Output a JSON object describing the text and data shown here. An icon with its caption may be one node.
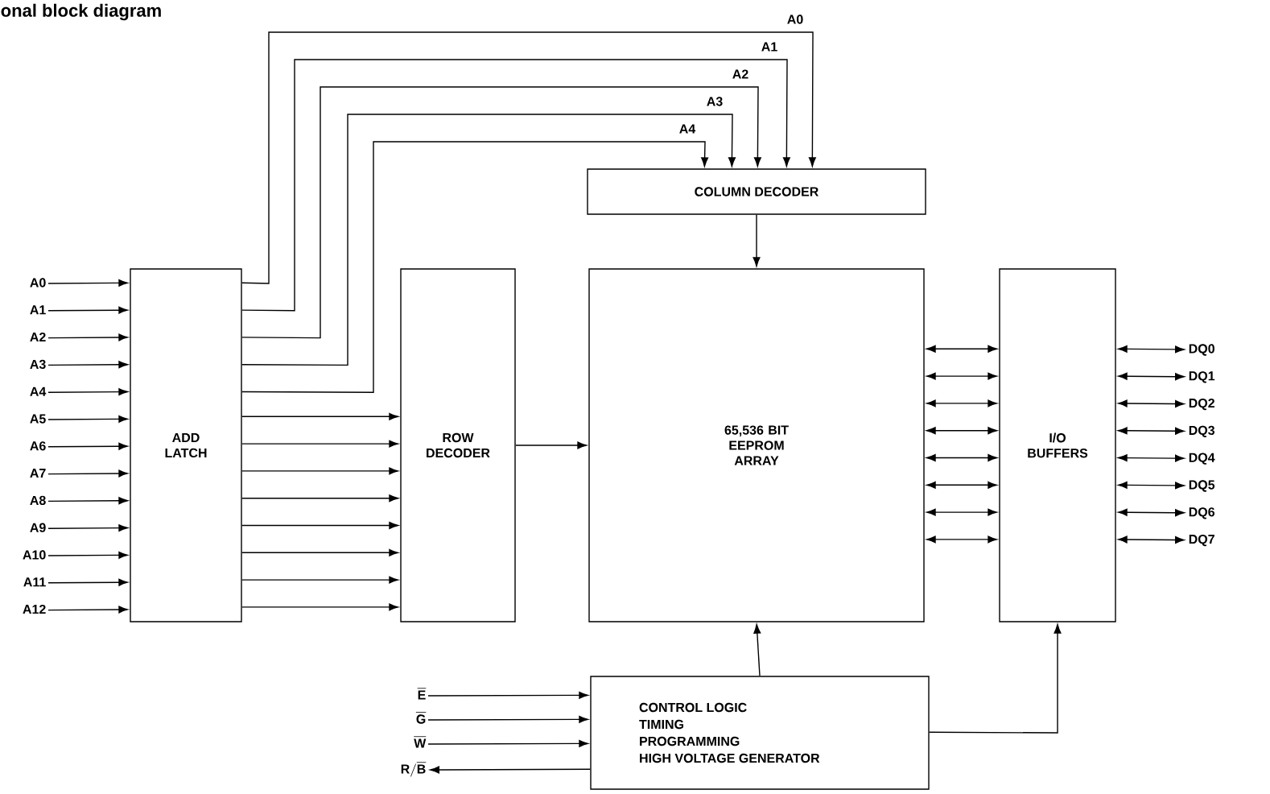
{
  "diagram": {
    "title": "onal block diagram",
    "nodes": [
      {
        "text": [
          "COLUMN DECODER"
        ]
      },
      {
        "text": [
          "A0"
        ]
      },
      {
        "text": [
          "A1"
        ]
      },
      {
        "text": [
          "A2"
        ]
      },
      {
        "text": [
          "A3"
        ]
      },
      {
        "text": [
          "A4"
        ]
      },
      {
        "text": [
          "A5"
        ]
      },
      {
        "text": [
          "A6"
        ]
      },
      {
        "text": [
          "A7"
        ]
      },
      {
        "text": [
          "A8"
        ]
      },
      {
        "text": [
          "A9"
        ]
      },
      {
        "text": [
          "A10"
        ]
      },
      {
        "text": [
          "A11"
        ]
      },
      {
        "text": [
          "A12"
        ]
      },
      {
        "text": [
          "ADD LATCH"
        ]
      },
      {
        "text": [
          "ROW DECODER"
        ]
      },
      {
        "text": [
          "65,536 BIT EEPROM ARRAY"
        ]
      },
      {
        "text": [
          "I/O BUFFERS"
        ]
      },
      {
        "text": [
          "DQ0"
        ]
      },
      {
        "text": [
          "DQ1"
        ]
      },
      {
        "text": [
          "DQ2"
        ]
      },
      {
        "text": [
          "DQ3"
        ]
      },
      {
        "text": [
          "DQ4"
        ]
      },
      {
        "text": [
          "DQ5"
        ]
      },
      {
        "text": [
          "DQ6"
        ]
      },
      {
        "text": [
          "DQ7"
        ]
      },
      {
        "text": [
          "\\overline{\\mathbf{E}}"
        ]
      },
      {
        "text": [
          "\\overline{\\mathbf{G}}"
        ]
      },
      {
        "text": [
          "\\overline{\\mathbf{W}}"
        ]
      },
      {
        "text": [
          "\\mathbf{R}/\\overline{\\mathbf{B}}"
        ]
      },
      {
        "text": [
          "CONTROL LOGIC",
          "TIMING",
          "PROGRAMMING",
          "HIGH VOLTAGE GENERATOR"
        ]
      }
    ],
    "edges": [
      {
        "from": 1,
        "to": 14,
        "arrow": "to"
      },
      {
        "from": 2,
        "to": 14,
        "arrow": "to"
      },
      {
        "from": 3,
        "to": 14,
        "arrow": "to"
      },
      {
        "from": 4,
        "to": 14,
        "arrow": "to"
      },
      {
        "from": 5,
        "to": 14,
        "arrow": "to"
      },
      {
        "from": 6,
        "to": 14,
        "arrow": "to"
      },
      {
        "from": 7,
        "to": 14,
        "arrow": "to"
      },
      {
        "from": 8,
        "to": 14,
        "arrow": "to"
      },
      {
        "from": 9,
        "to": 14,
        "arrow": "to"
      },
      {
        "from": 10,
        "to": 14,
        "arrow": "to"
      },
      {
        "from": 11,
        "to": 14,
        "arrow": "to"
      },
      {
        "from": 12,
        "to": 14,
        "arrow": "to"
      },
      {
        "from": 13,
        "to": 14,
        "arrow": "to"
      },
      {
        "from": 14,
        "to": 0,
        "arrow": "to",
        "label": "A0"
      },
      {
        "from": 14,
        "to": 0,
        "arrow": "to",
        "label": "A1"
      },
      {
        "from": 14,
        "to": 0,
        "arrow": "to",
        "label": "A2"
      },
      {
        "from": 14,
        "to": 0,
        "arrow": "to",
        "label": "A3"
      },
      {
        "from": 14,
        "to": 0,
        "arrow": "to",
        "label": "A4"
      },
      {
        "from": 14,
        "to": 15,
        "arrow": "to"
      },
      {
        "from": 14,
        "to": 15,
        "arrow": "to"
      },
      {
        "from": 14,
        "to": 15,
        "arrow": "to"
      },
      {
        "from": 14,
        "to": 15,
        "arrow": "to"
      },
      {
        "from": 14,
        "to": 15,
        "arrow": "to"
      },
      {
        "from": 14,
        "to": 15,
        "arrow": "to"
      },
      {
        "from": 14,
        "to": 15,
        "arrow": "to"
      },
      {
        "from": 14,
        "to": 15,
        "arrow": "to"
      },
      {
        "from": 15,
        "to": 16,
        "arrow": "to"
      },
      {
        "from": 0,
        "to": 16,
        "arrow": "to"
      },
      {
        "from": 16,
        "to": 17,
        "arrow": "both"
      },
      {
        "from": 16,
        "to": 17,
        "arrow": "both"
      },
      {
        "from": 16,
        "to": 17,
        "arrow": "both"
      },
      {
        "from": 16,
        "to": 17,
        "arrow": "both"
      },
      {
        "from": 16,
        "to": 17,
        "arrow": "both"
      },
      {
        "from": 16,
        "to": 17,
        "arrow": "both"
      },
      {
        "from": 16,
        "to": 17,
        "arrow": "both"
      },
      {
        "from": 16,
        "to": 17,
        "arrow": "both"
      },
      {
        "from": 17,
        "to": 18,
        "arrow": "both"
      },
      {
        "from": 17,
        "to": 19,
        "arrow": "both"
      },
      {
        "from": 17,
        "to": 20,
        "arrow": "both"
      },
      {
        "from": 17,
        "to": 21,
        "arrow": "both"
      },
      {
        "from": 17,
        "to": 22,
        "arrow": "both"
      },
      {
        "from": 17,
        "to": 23,
        "arrow": "both"
      },
      {
        "from": 17,
        "to": 24,
        "arrow": "both"
      },
      {
        "from": 17,
        "to": 25,
        "arrow": "both"
      },
      {
        "from": 26,
        "to": 30,
        "arrow": "to"
      },
      {
        "from": 27,
        "to": 30,
        "arrow": "to"
      },
      {
        "from": 28,
        "to": 30,
        "arrow": "to"
      },
      {
        "from": 30,
        "to": 29,
        "arrow": "to"
      },
      {
        "from": 30,
        "to": 16,
        "arrow": "to"
      },
      {
        "from": 30,
        "to": 17,
        "arrow": "to"
      }
    ]
  }
}
